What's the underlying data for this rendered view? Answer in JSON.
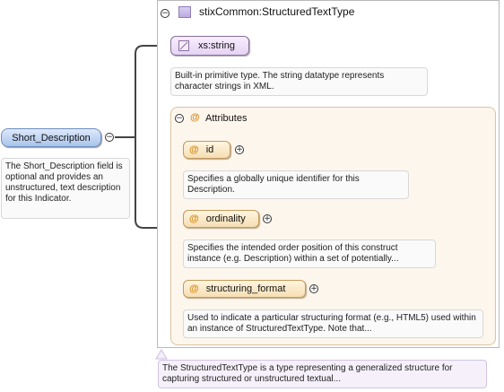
{
  "type_box": {
    "title": "stixCommon:StructuredTextType",
    "doc": "The StructuredTextType is a type representing a generalized structure for capturing structured or unstructured textual..."
  },
  "base_type": {
    "label": "xs:string",
    "doc": "Built-in primitive type. The string datatype represents character strings in XML."
  },
  "attributes": {
    "title": "Attributes",
    "at_symbol": "@",
    "items": [
      {
        "name": "id",
        "doc": "Specifies a globally unique identifier for this Description."
      },
      {
        "name": "ordinality",
        "doc": "Specifies the intended order position of this construct instance (e.g. Description) within a set of potentially..."
      },
      {
        "name": "structuring_format",
        "doc": "Used to indicate a particular structuring format (e.g., HTML5) used within an instance of StructuredTextType. Note that..."
      }
    ]
  },
  "element": {
    "label": "Short_Description",
    "doc": "The Short_Description field is optional and provides an unstructured, text description for this Indicator."
  },
  "symbols": {
    "collapse": "−",
    "expand": "+"
  },
  "colors": {
    "attribute_at": "#d48a19",
    "element_fill": "#a9c4ea",
    "type_fill": "#e5d3f3"
  }
}
